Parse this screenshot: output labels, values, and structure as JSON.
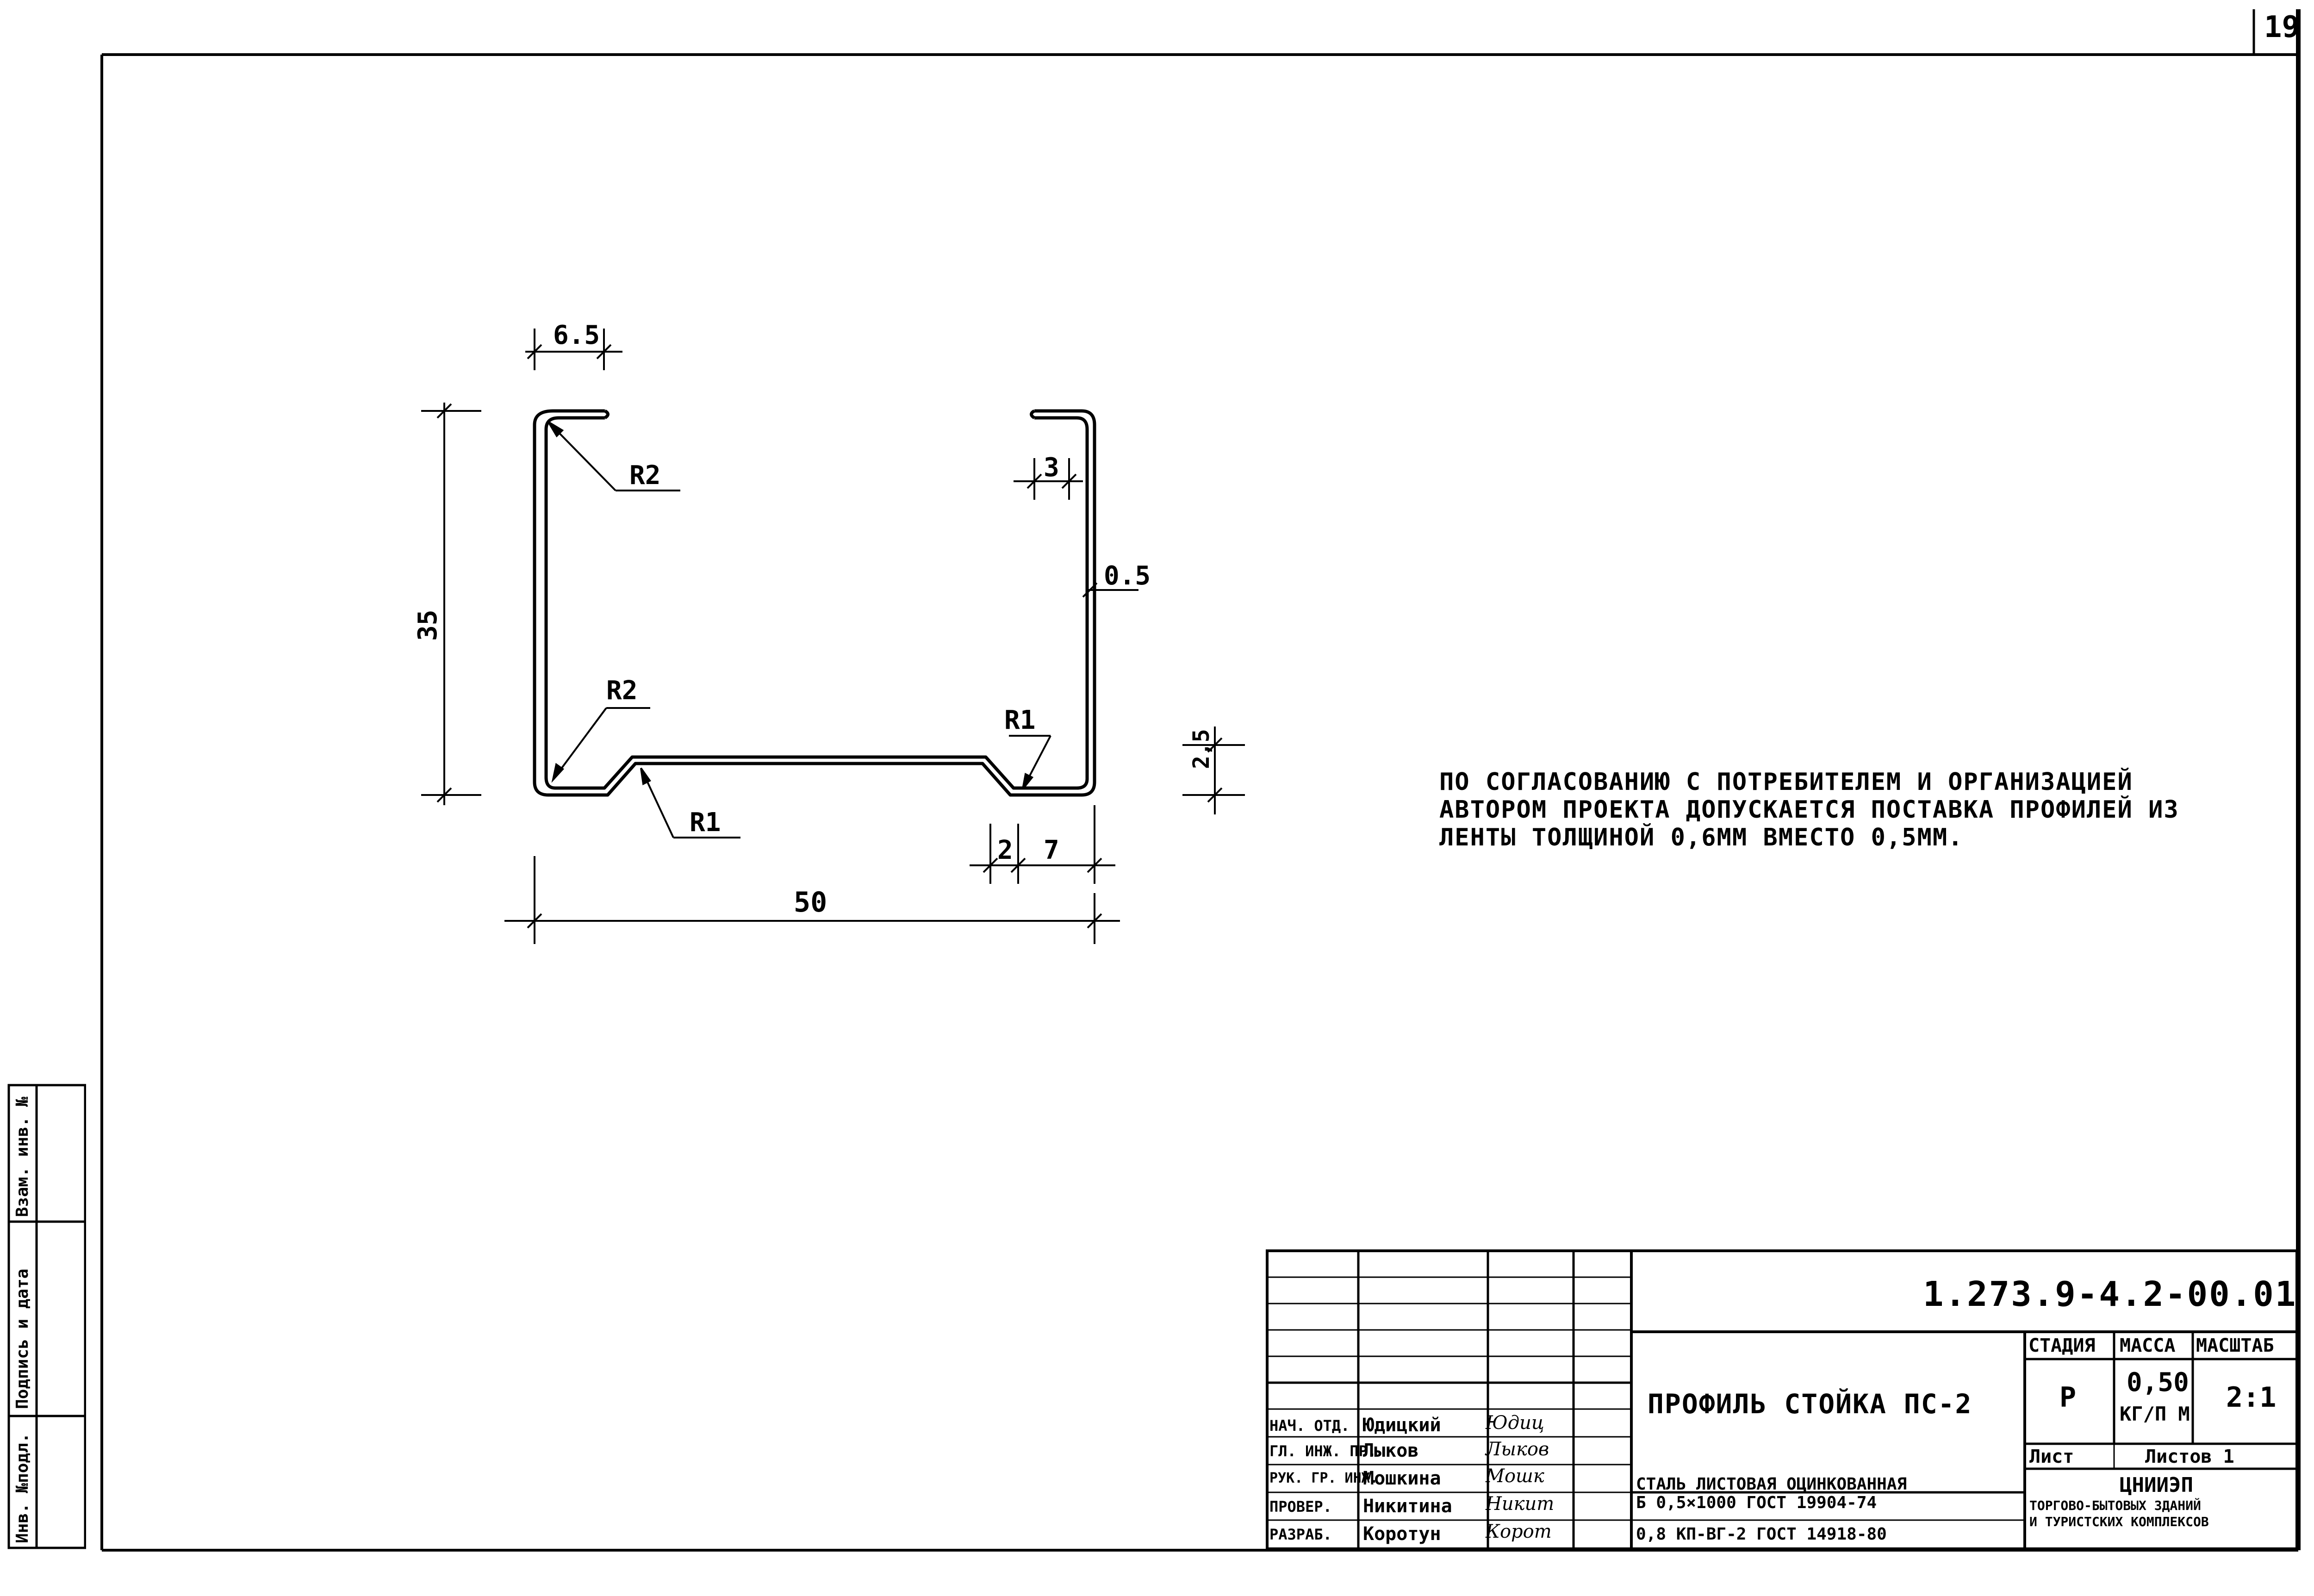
{
  "sheet": {
    "page_number": "19"
  },
  "drawing": {
    "dimensions": {
      "lip_width": "6.5",
      "height": "35",
      "top_radius": "R2",
      "bottom_left_radius": "R2",
      "notch_radius_left": "R1",
      "notch_radius_right": "R1",
      "return_width": "3",
      "thickness": "0.5",
      "notch_depth": "2,5",
      "notch_offset": "2",
      "notch_width": "7",
      "overall_width": "50"
    }
  },
  "note": {
    "text": "По согласованию с потребителем и организацией автором проекта допускается поставка профилей из ленты толщиной 0,6мм вместо 0,5мм."
  },
  "side_stamp": {
    "inv_podl": "Инв. №подл.",
    "signature_date": "Подпись и дата",
    "vzam_inv": "Взам. инв. №"
  },
  "title_block": {
    "doc_code": "1.273.9-4.2-00.01",
    "title": "Профиль стойка ПС-2",
    "stage_header": "Стадия",
    "mass_header": "Масса",
    "scale_header": "Масштаб",
    "stage_value": "Р",
    "mass_value": "0,50",
    "mass_unit": "кг/п м",
    "scale_value": "2:1",
    "sheet_label": "Лист",
    "sheets_label": "Листов 1",
    "material_line1": "Сталь листовая оцинкованная",
    "material_line2": "Б 0,5×1000 ГОСТ 19904-74",
    "material_line3": "0,8 КП-ВГ-2 ГОСТ 14918-80",
    "org_name": "ЦНИИЭП",
    "org_line2": "торгово-бытовых зданий",
    "org_line3": "и туристских комплексов",
    "roles": [
      {
        "role": "Нач. отд.",
        "name": "Юдицкий",
        "signature": "Юдиц"
      },
      {
        "role": "Гл. инж. пр.",
        "name": "Лыков",
        "signature": "Лыков"
      },
      {
        "role": "Рук. гр. инж.",
        "name": "Мошкина",
        "signature": "Мошк"
      },
      {
        "role": "Провер.",
        "name": "Никитина",
        "signature": "Никит"
      },
      {
        "role": "Разраб.",
        "name": "Коротун",
        "signature": "Корот"
      }
    ]
  }
}
